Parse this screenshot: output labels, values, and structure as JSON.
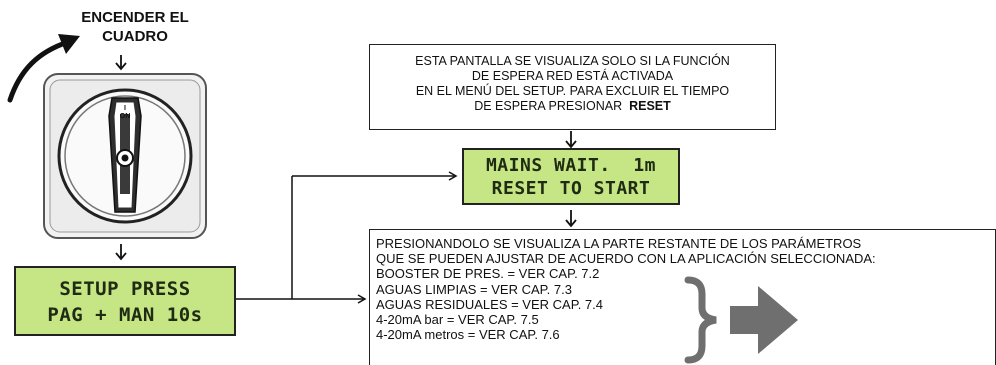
{
  "labels": {
    "power_on_line1": "ENCENDER EL",
    "power_on_line2": "CUADRO",
    "switch_mark_top": "I",
    "switch_mark_bottom": "ON"
  },
  "lcd_setup": {
    "line1": "SETUP PRESS",
    "line2": "PAG + MAN 10s"
  },
  "lcd_mains": {
    "line1": "MAINS WAIT.  1m",
    "line2": "RESET TO START"
  },
  "note_box": {
    "line1": "ESTA PANTALLA SE VISUALIZA SOLO SI LA FUNCIÓN",
    "line2": "DE ESPERA RED ESTÁ ACTIVADA",
    "line3": "EN EL MENÚ DEL SETUP. PARA EXCLUIR EL TIEMPO",
    "line4_prefix": "DE ESPERA PRESIONAR",
    "line4_bold": "RESET"
  },
  "info_box": {
    "line1": "PRESIONANDOLO SE VISUALIZA LA PARTE RESTANTE DE LOS PARÁMETROS",
    "line2": "QUE SE PUEDEN AJUSTAR DE ACUERDO CON LA APLICACIÓN SELECCIONADA:",
    "items": [
      "BOOSTER DE PRES. = VER CAP. 7.2",
      "AGUAS LIMPIAS = VER CAP. 7.3",
      "AGUAS RESIDUALES = VER CAP. 7.4",
      "4-20mA bar = VER CAP. 7.5",
      "4-20mA metros = VER CAP. 7.6"
    ]
  },
  "colors": {
    "lcd_background": "#c6e584",
    "lcd_text": "#1f2b12",
    "brace_and_arrow": "#6f6f6f",
    "lines": "#111111"
  },
  "icons": [
    "rotate-arrow-icon",
    "rotary-switch-icon",
    "down-arrow-icon",
    "right-arrow-icon",
    "curly-brace-icon",
    "big-right-arrow-icon"
  ]
}
